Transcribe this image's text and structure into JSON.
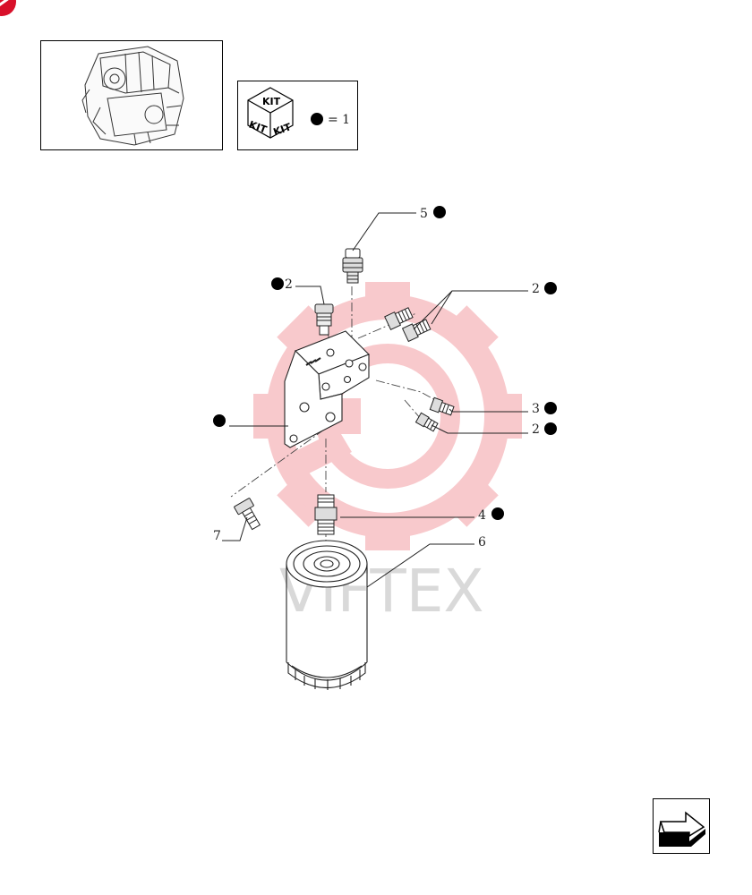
{
  "watermark": {
    "text": "VIFTEX",
    "color": "#f6b7bb"
  },
  "kit_legend": {
    "kit_label": "KIT",
    "equals": "= 1"
  },
  "callouts": [
    {
      "id": "c5",
      "number": "5"
    },
    {
      "id": "c2a",
      "number": "2"
    },
    {
      "id": "c2b",
      "number": "2"
    },
    {
      "id": "c3",
      "number": "3"
    },
    {
      "id": "c2c",
      "number": "2"
    },
    {
      "id": "c4",
      "number": "4"
    },
    {
      "id": "c6",
      "number": "6"
    },
    {
      "id": "c7",
      "number": "7"
    }
  ],
  "icons": {
    "corner_badge": "red-badge-icon",
    "engine_thumbnail": "engine-icon",
    "kit_box": "kit-box-icon",
    "next_page": "next-page-arrow-icon"
  }
}
